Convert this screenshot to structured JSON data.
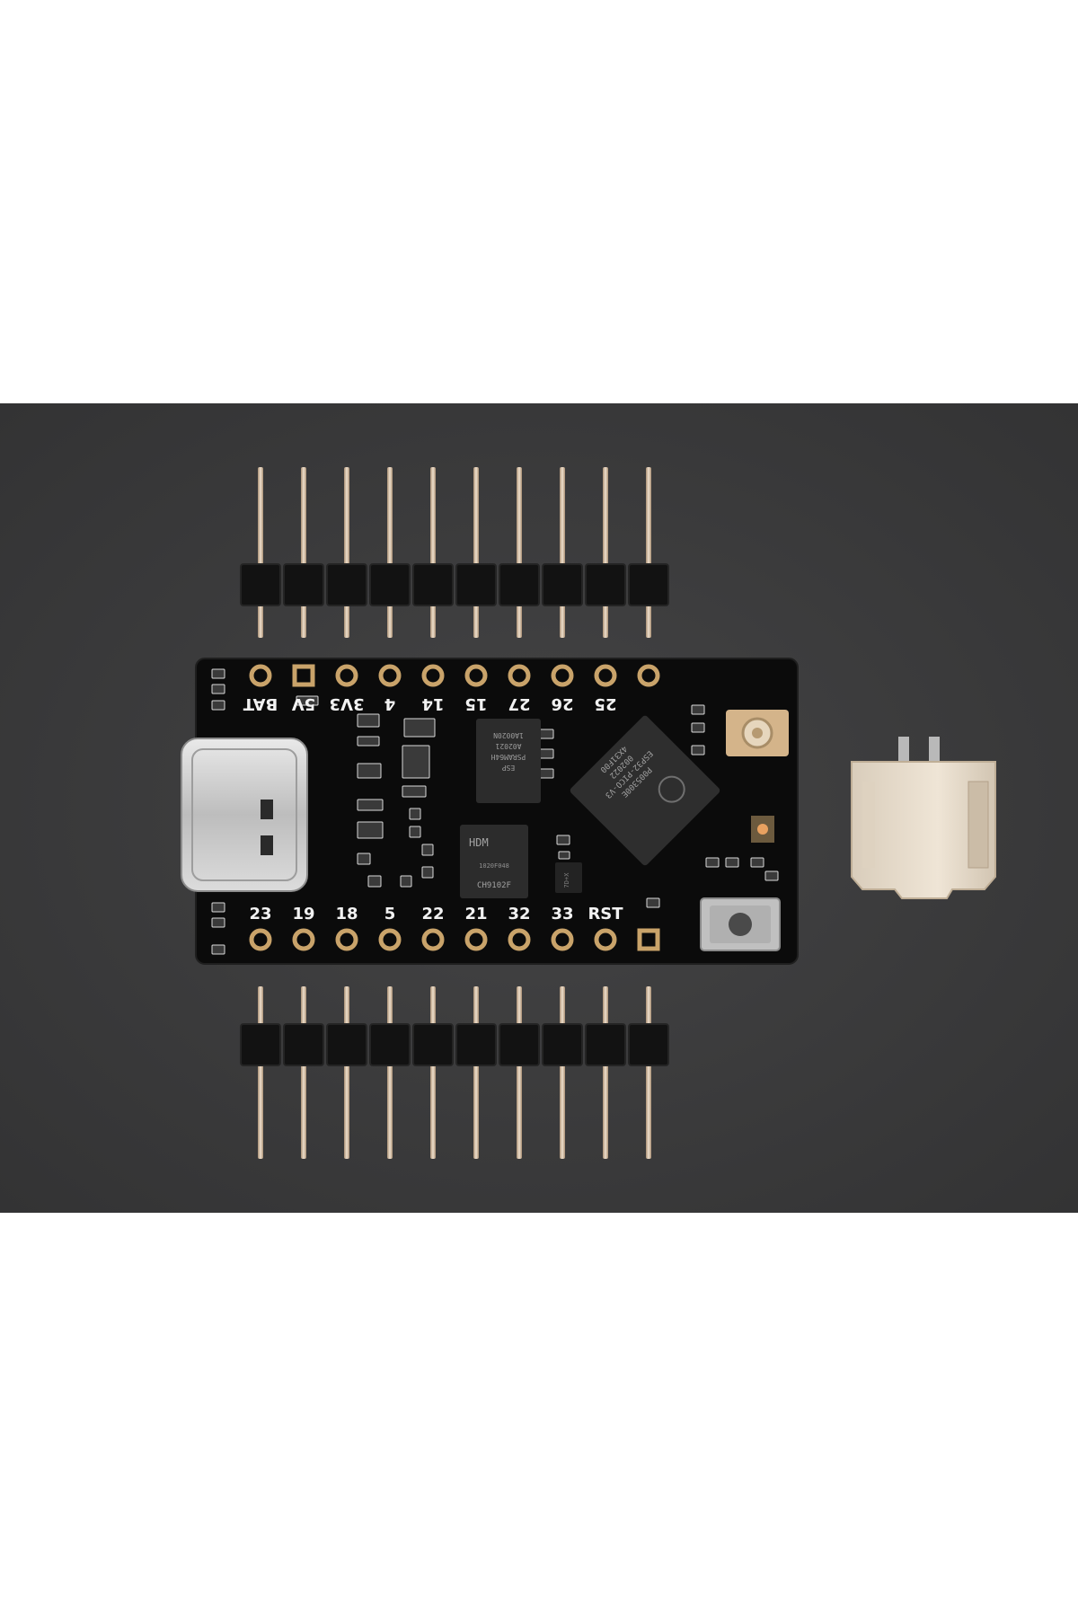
{
  "photo": {
    "background_color": "#3d3d3e",
    "pcb_color": "#0c0c0c",
    "silkscreen_color": "#f2f2f2",
    "gold_color": "#c9a36a",
    "pin_color": "#d8c2a8",
    "connector_color": "#e8dccb"
  },
  "board": {
    "top_labels": [
      "BAT",
      "5V",
      "3V3",
      "4",
      "14",
      "15",
      "27",
      "26",
      "25"
    ],
    "bottom_labels": [
      "23",
      "19",
      "18",
      "5",
      "22",
      "21",
      "32",
      "33",
      "RST"
    ],
    "chips": {
      "psram": [
        "ESP",
        "PSRAM64H",
        "A02021",
        "1A0020N"
      ],
      "esp32": [
        "ESP32-PICO-V3",
        "002022",
        "4X31F00",
        "P005300E"
      ],
      "usb_serial": [
        "CH9102F",
        "1020F048",
        "HDM"
      ],
      "small_ic": [
        "7D+X"
      ]
    }
  }
}
